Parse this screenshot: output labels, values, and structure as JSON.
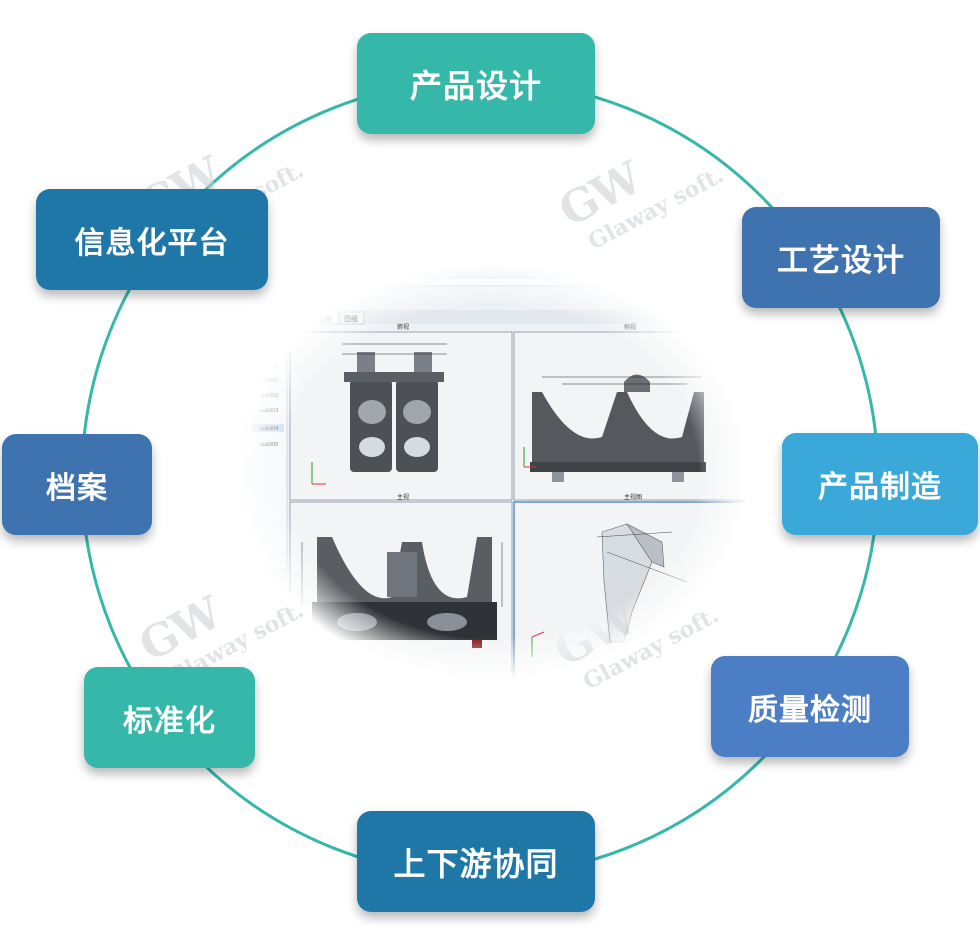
{
  "nodes": {
    "product_design": "产品设计",
    "process_design": "工艺设计",
    "product_manufacturing": "产品制造",
    "quality_inspection": "质量检测",
    "supply_chain_collaboration": "上下游协同",
    "standardization": "标准化",
    "archives": "档案",
    "info_platform": "信息化平台"
  },
  "watermark": {
    "logo": "GW",
    "text": "Glaway soft."
  },
  "cad": {
    "tabs": [
      "模型",
      "图纸"
    ],
    "views": [
      "俯视",
      "侧视",
      "主视",
      "主视图"
    ],
    "list_items": [
      "零件名",
      "sub001",
      "sub002",
      "sub003",
      "sub004",
      "sub005"
    ]
  },
  "colors": {
    "teal": "#35b8a9",
    "teal_ring": "#35b8a9",
    "navy": "#1f77a8",
    "slate": "#3f73b0",
    "sky": "#3aa8d8",
    "indigo": "#4b7ec4"
  }
}
